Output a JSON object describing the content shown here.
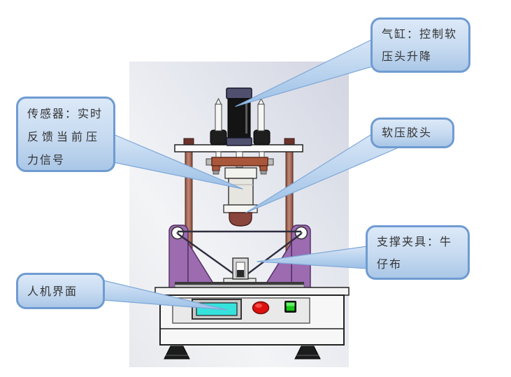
{
  "callouts": [
    {
      "id": "cylinder",
      "lines": [
        "气缸：控制软",
        "压头升降"
      ]
    },
    {
      "id": "sensor",
      "lines": [
        "传感器：实时",
        "反馈当前压",
        "力信号"
      ]
    },
    {
      "id": "rubber_head",
      "lines": [
        "软压胶头"
      ]
    },
    {
      "id": "fixture",
      "lines": [
        "支撑夹具：牛",
        "仔布"
      ]
    },
    {
      "id": "hmi",
      "lines": [
        "人机界面"
      ]
    }
  ],
  "callout_style": {
    "border": "#6f9bd1",
    "fill_top": "#dce9f8",
    "fill_bottom": "#aac7e7",
    "text_color": "#333333"
  },
  "machine": {
    "backdrop_color": "#dfe2ea",
    "parts": {
      "air_cylinder_body": "#141414",
      "air_cylinder_caps": "#50506e",
      "guide_rod": "#f6f6f4",
      "guide_rod_base": "#1e1e1e",
      "top_plate": "#fbfbfb",
      "column": "#b17a62",
      "column_nub": "#6b332b",
      "mount_bracket": "#a9573b",
      "sensor_body": "#e6e5e0",
      "rubber_head": "#8a453c",
      "side_plate": "#9c6bb0",
      "wedge": "#9c6bb0",
      "denim_line": "#2e2e3e",
      "roller": "#ffffff",
      "clamp_frame": "#d8d8d8",
      "base_box": "#f7f7f7",
      "front_panel": "#e9e9e9",
      "lcd_bezel": "#c9c9c9",
      "lcd_screen": "#35e3dc",
      "red_button": "#dd0f0f",
      "green_button": "#18c818",
      "foot": "#1c1c1c"
    }
  }
}
